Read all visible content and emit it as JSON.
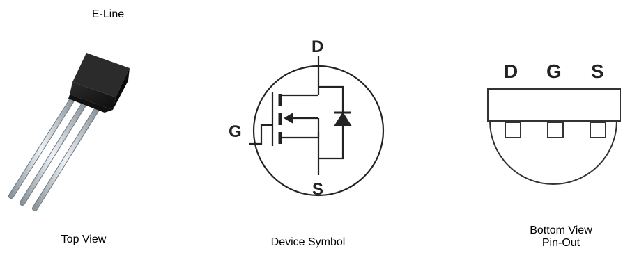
{
  "package": {
    "title": "E-Line",
    "view_caption": "Top View"
  },
  "symbol": {
    "caption": "Device Symbol",
    "pins": {
      "drain": "D",
      "gate": "G",
      "source": "S"
    }
  },
  "pinout": {
    "caption_line1": "Bottom View",
    "caption_line2": "Pin-Out",
    "pins": [
      "D",
      "G",
      "S"
    ]
  },
  "colors": {
    "body": "#1a1a1a",
    "lead": "#b9c2c9",
    "line": "#222222"
  }
}
